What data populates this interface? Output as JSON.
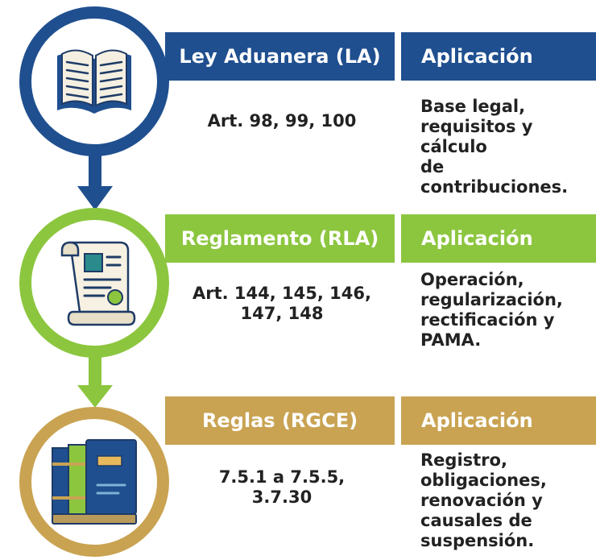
{
  "colors": {
    "tier1": "#1f4f8f",
    "tier2": "#8cc63f",
    "tier3": "#c9a352",
    "ring_bg": "#ffffff"
  },
  "tiers": [
    {
      "source": "Ley Aduanera (LA)",
      "application_header": "Aplicación",
      "articles_line1": "Art. 98, 99, 100",
      "articles_line2": "",
      "description_lines": [
        "Base legal,",
        "requisitos y cálculo",
        "de contribuciones."
      ],
      "icon": "open-book-icon"
    },
    {
      "source": "Reglamento (RLA)",
      "application_header": "Aplicación",
      "articles_line1": "Art. 144, 145, 146,",
      "articles_line2": "147, 148",
      "description_lines": [
        "Operación,",
        "regularización,",
        "rectificación y",
        "PAMA."
      ],
      "icon": "document-scroll-icon"
    },
    {
      "source": "Reglas (RGCE)",
      "application_header": "Aplicación",
      "articles_line1": "7.5.1 a 7.5.5,",
      "articles_line2": "3.7.30",
      "description_lines": [
        "Registro,",
        "obligaciones,",
        "renovación y",
        "causales de",
        "suspensión."
      ],
      "icon": "stacked-books-icon"
    }
  ]
}
